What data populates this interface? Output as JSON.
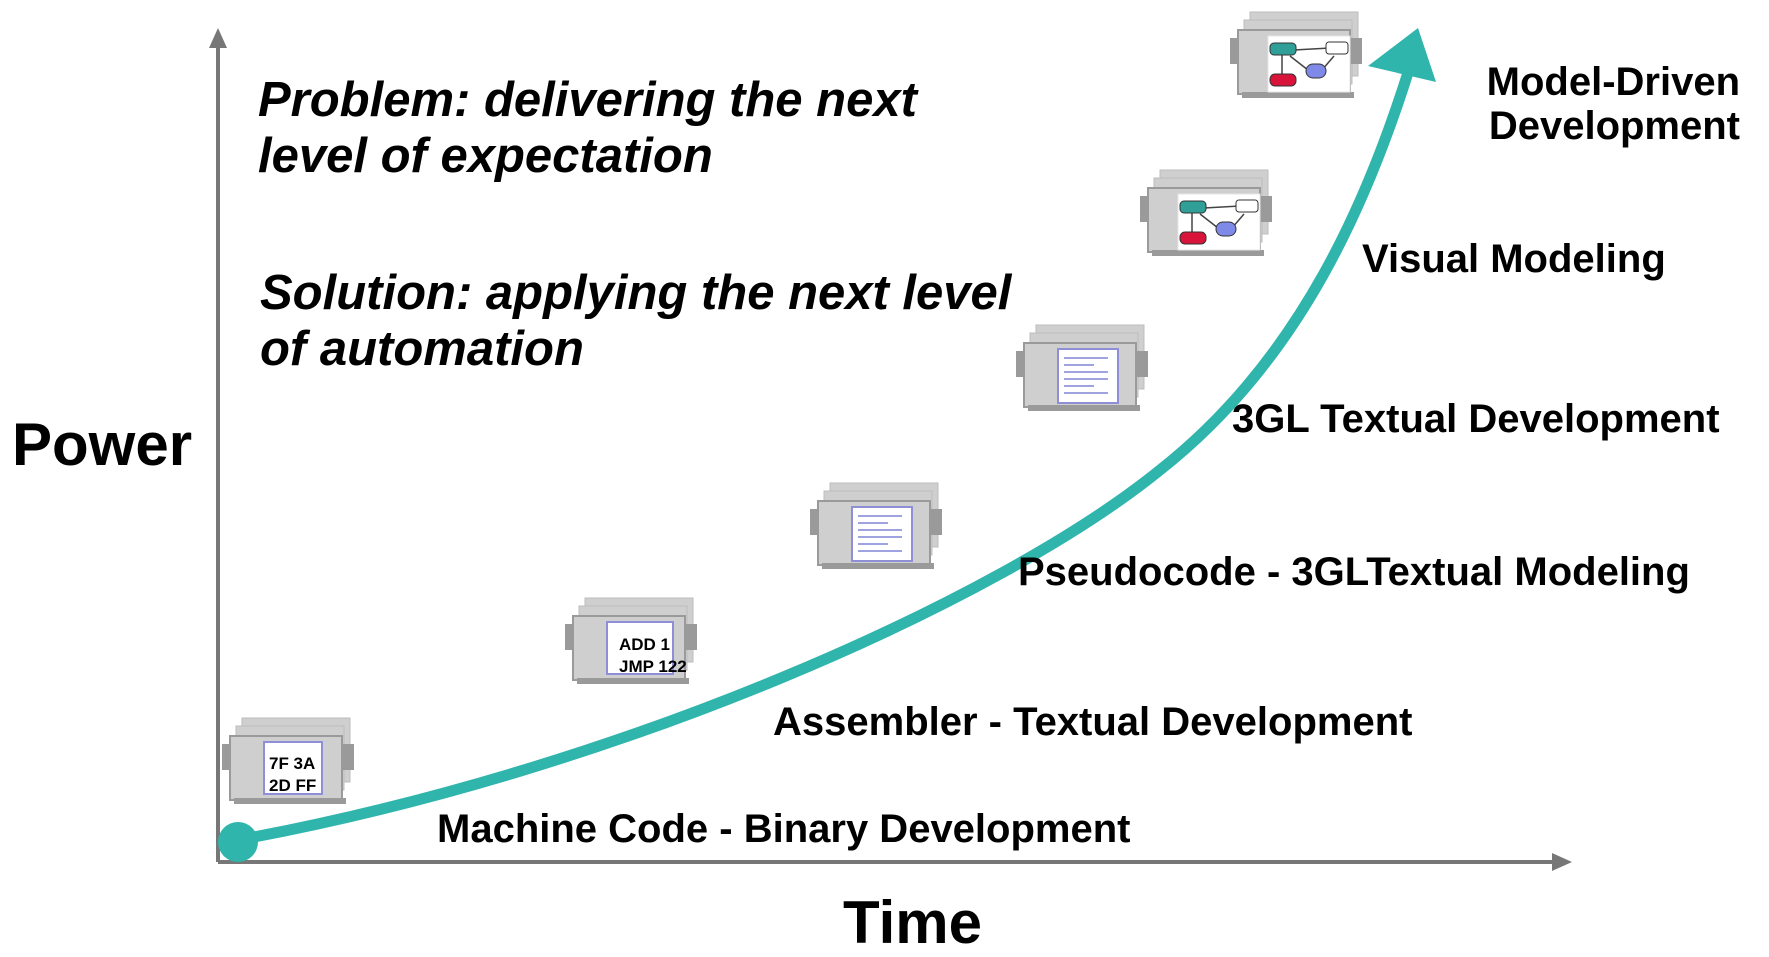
{
  "axes": {
    "y_label": "Power",
    "x_label": "Time"
  },
  "notes": {
    "problem": "Problem: delivering the next level of expectation",
    "solution": "Solution: applying the next level of automation"
  },
  "stages": [
    {
      "label": "Machine Code - Binary Development",
      "card": "code",
      "card_lines": [
        "7F 3A",
        "2D FF"
      ]
    },
    {
      "label": "Assembler - Textual Development",
      "card": "code",
      "card_lines": [
        "ADD 1",
        "JMP 122"
      ]
    },
    {
      "label": "Pseudocode - 3GLTextual Modeling",
      "card": "document",
      "card_lines": []
    },
    {
      "label": "3GL Textual Development",
      "card": "document",
      "card_lines": []
    },
    {
      "label": "Visual Modeling",
      "card": "diagram",
      "card_lines": []
    },
    {
      "label": "Model-Driven Development",
      "card": "diagram",
      "card_lines": []
    }
  ],
  "colors": {
    "curve": "#2fb5ac",
    "axis": "#777777",
    "card_face": "#cfcfcf",
    "card_shadow": "#9a9a9a",
    "doc_border": "#8f8fd8",
    "doc_lines": "#9fa3e0",
    "node_teal": "#2f9f98",
    "node_red": "#d9143a",
    "node_blue": "#7f8ae8"
  },
  "icons": {
    "code": "code-card-icon",
    "document": "document-card-icon",
    "diagram": "model-diagram-card-icon",
    "start": "start-dot-icon",
    "arrow": "arrow-head-icon"
  }
}
